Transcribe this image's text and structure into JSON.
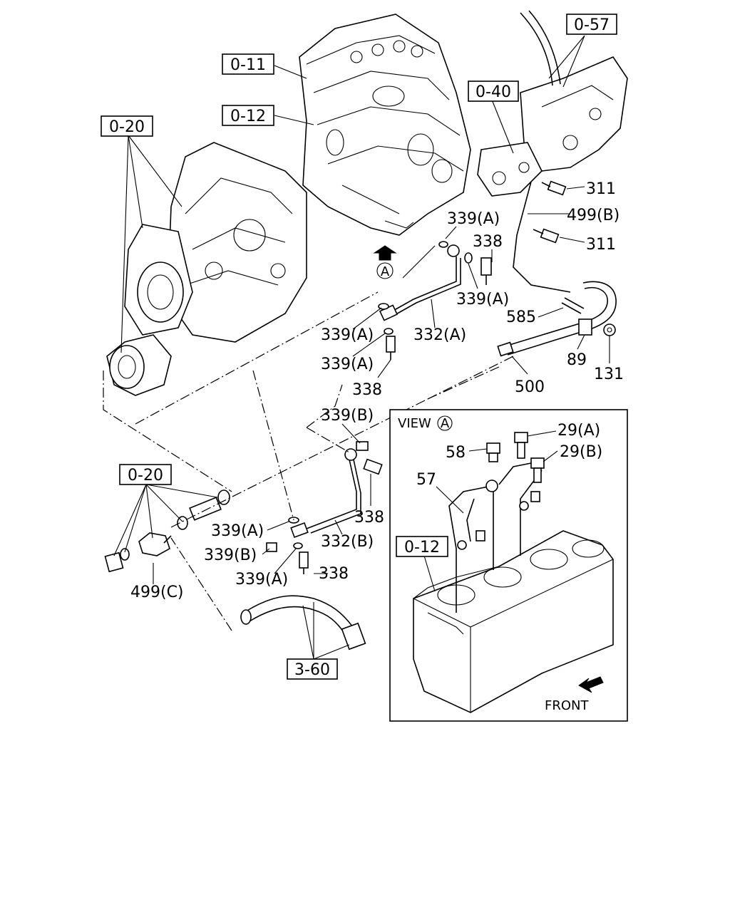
{
  "ref_boxes": {
    "r0_57": "0-57",
    "r0_11": "0-11",
    "r0_12_top": "0-12",
    "r0_40": "0-40",
    "r0_20_top": "0-20",
    "r0_20_left": "0-20",
    "r3_60": "3-60",
    "r0_12_view": "0-12"
  },
  "callouts": {
    "c311_a": "311",
    "c311_b": "311",
    "c499b": "499(B)",
    "c339a_1": "339(A)",
    "c338_1": "338",
    "c339a_2": "339(A)",
    "c585": "585",
    "c339a_3": "339(A)",
    "c332a": "332(A)",
    "c339a_4": "339(A)",
    "c89": "89",
    "c131": "131",
    "c338_2": "338",
    "c500": "500",
    "c339b_1": "339(B)",
    "c338_3": "338",
    "c339a_5": "339(A)",
    "c332b": "332(B)",
    "c339b_2": "339(B)",
    "c338_4": "338",
    "c339a_6": "339(A)",
    "c499c": "499(C)"
  },
  "markers": {
    "view_marker": "A"
  },
  "view_panel": {
    "title": "VIEW",
    "marker": "A",
    "c29a": "29(A)",
    "c58": "58",
    "c29b": "29(B)",
    "c57": "57",
    "front": "FRONT"
  }
}
